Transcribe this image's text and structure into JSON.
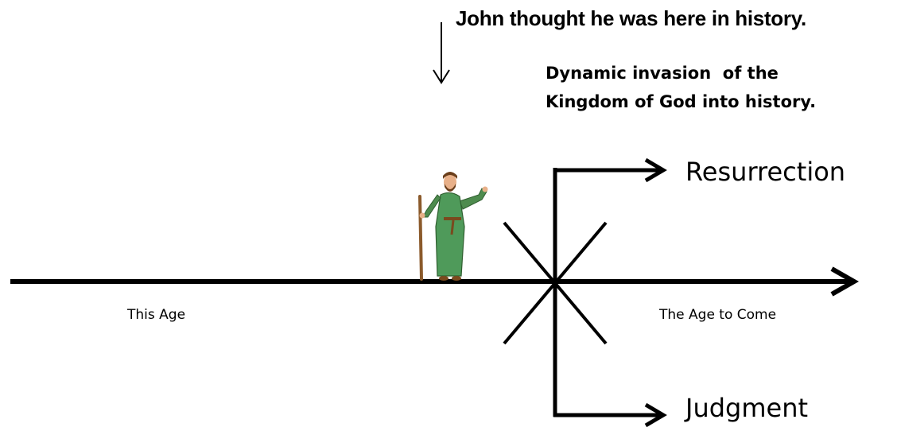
{
  "annotation": {
    "john_label": "John thought he was here in history.",
    "invasion_line1": "Dynamic invasion  of the",
    "invasion_line2": "Kingdom of God into history."
  },
  "timeline": {
    "left_label": "This Age",
    "right_label": "The Age to Come"
  },
  "outcomes": {
    "upper": "Resurrection",
    "lower": "Judgment"
  },
  "icons": {
    "pointer": "down-arrow-icon",
    "figure": "john-the-baptist-figure",
    "invasion_mark": "star-cross-mark"
  }
}
